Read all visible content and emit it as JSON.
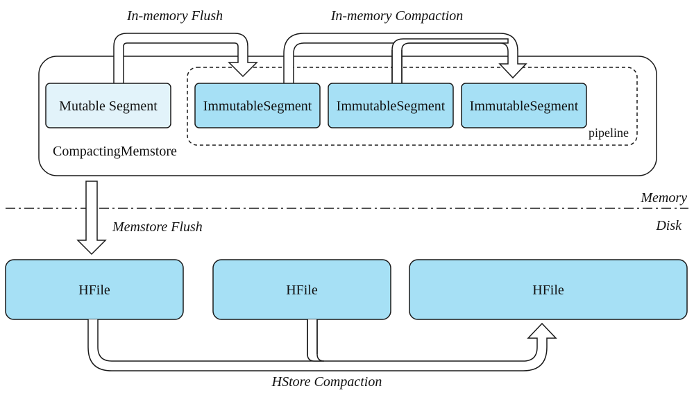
{
  "labels": {
    "inmemory_flush": "In-memory Flush",
    "inmemory_compaction": "In-memory Compaction",
    "memstore": "CompactingMemstore",
    "pipeline": "pipeline",
    "memory": "Memory",
    "disk": "Disk",
    "memstore_flush": "Memstore Flush",
    "hstore_compaction": "HStore Compaction"
  },
  "segments": {
    "mutable": "Mutable Segment",
    "immutable": [
      "ImmutableSegment",
      "ImmutableSegment",
      "ImmutableSegment"
    ]
  },
  "hfiles": [
    "HFile",
    "HFile",
    "HFile"
  ],
  "colors": {
    "mutable_fill": "#e2f3fa",
    "segment_fill": "#a6e0f5",
    "hfile_fill": "#a6e0f5",
    "stroke": "#1a1a1a"
  }
}
